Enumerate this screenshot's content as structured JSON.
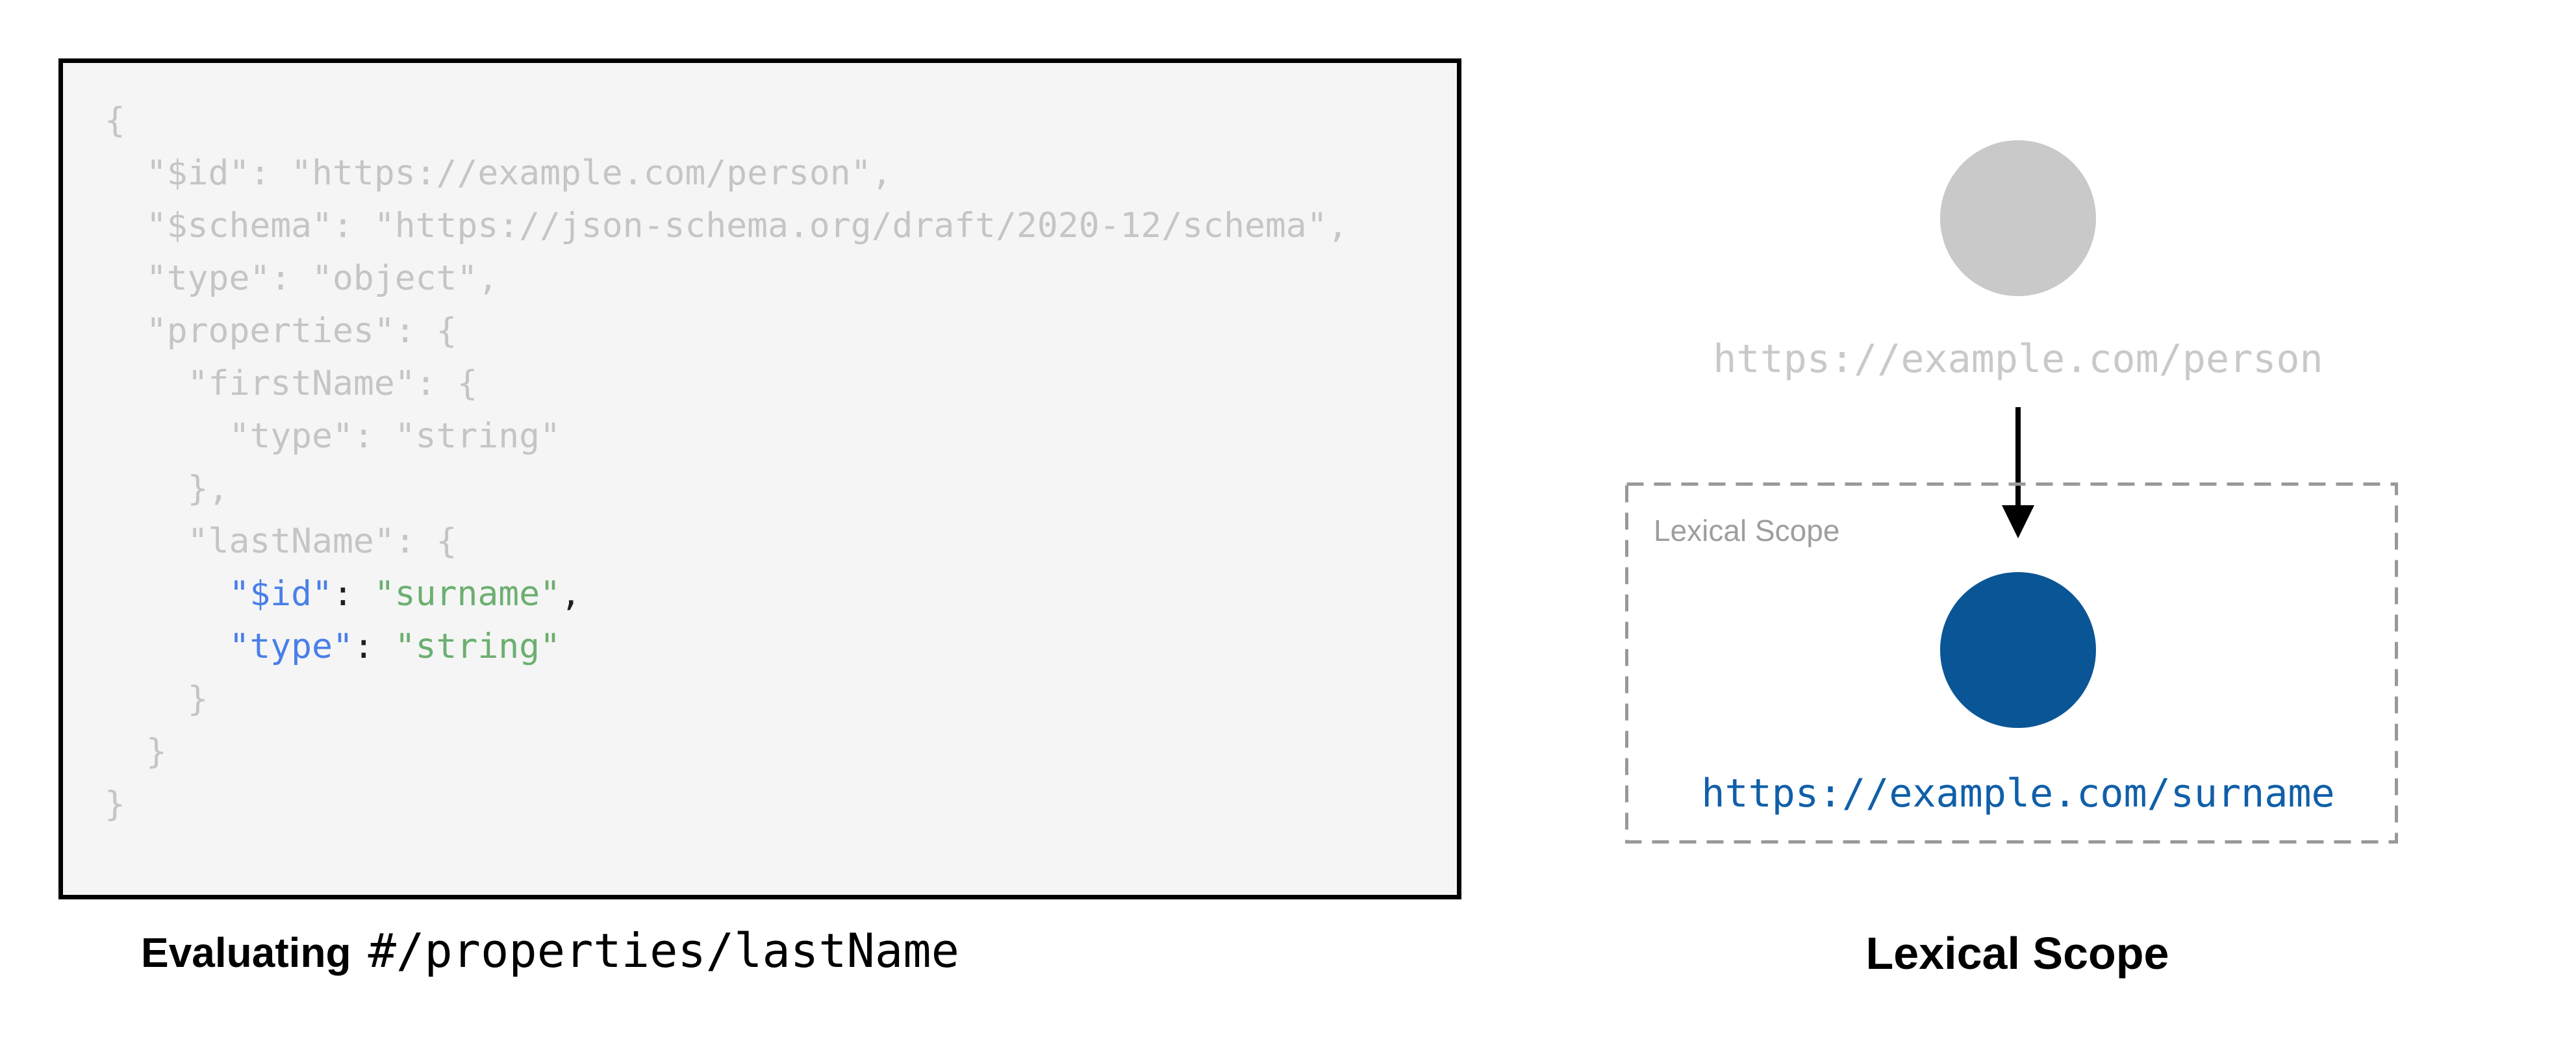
{
  "left_panel": {
    "caption": {
      "prefix": "Evaluating",
      "pointer": "#/properties/lastName"
    },
    "code": {
      "colors": {
        "muted": "#c5c5c5",
        "blue": "#4a7fe9",
        "green": "#6caf70",
        "dark": "#1f1f1f",
        "background": "#f5f5f5",
        "border": "#000000"
      },
      "lines": [
        [
          {
            "t": "{",
            "c": "muted"
          }
        ],
        [
          {
            "t": "  \"$id\": \"https://example.com/person\",",
            "c": "muted"
          }
        ],
        [
          {
            "t": "  \"$schema\": \"https://json-schema.org/draft/2020-12/schema\",",
            "c": "muted"
          }
        ],
        [
          {
            "t": "  \"type\": \"object\",",
            "c": "muted"
          }
        ],
        [
          {
            "t": "  \"properties\": {",
            "c": "muted"
          }
        ],
        [
          {
            "t": "    \"firstName\": {",
            "c": "muted"
          }
        ],
        [
          {
            "t": "      \"type\": \"string\"",
            "c": "muted"
          }
        ],
        [
          {
            "t": "    },",
            "c": "muted"
          }
        ],
        [
          {
            "t": "    \"lastName\": {",
            "c": "muted"
          }
        ],
        [
          {
            "t": "      ",
            "c": "muted"
          },
          {
            "t": "\"$id\"",
            "c": "blue"
          },
          {
            "t": ": ",
            "c": "dark"
          },
          {
            "t": "\"surname\"",
            "c": "green"
          },
          {
            "t": ",",
            "c": "dark"
          }
        ],
        [
          {
            "t": "      ",
            "c": "muted"
          },
          {
            "t": "\"type\"",
            "c": "blue"
          },
          {
            "t": ": ",
            "c": "dark"
          },
          {
            "t": "\"string\"",
            "c": "green"
          }
        ],
        [
          {
            "t": "    }",
            "c": "muted"
          }
        ],
        [
          {
            "t": "  }",
            "c": "muted"
          }
        ],
        [
          {
            "t": "}",
            "c": "muted"
          }
        ]
      ]
    }
  },
  "right_panel": {
    "parent_node": {
      "label": "https://example.com/person",
      "circle_color": "#c9c9c9",
      "label_color": "#c9c9c9"
    },
    "arrow_color": "#000000",
    "scope_box": {
      "label": "Lexical Scope",
      "border_color": "#999999",
      "label_color": "#9e9e9e"
    },
    "child_node": {
      "label": "https://example.com/surname",
      "circle_color": "#0a5596",
      "label_color": "#105fa8"
    },
    "caption": "Lexical Scope"
  }
}
